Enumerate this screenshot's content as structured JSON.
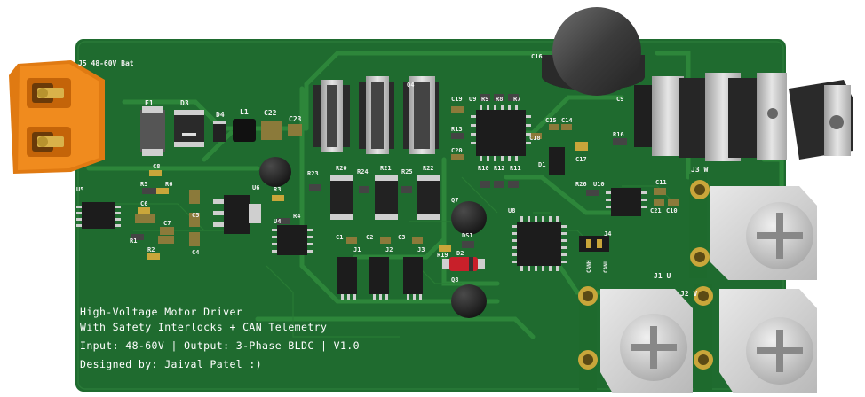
{
  "board": {
    "colors": {
      "pcb": "#1f6b2f",
      "pcb_dark": "#175a26",
      "trace": "#2f8a3c",
      "pad": "#c9a63a",
      "connector": "#e07a12",
      "silkscreen": "#f2f2f2"
    },
    "info_lines": [
      "High-Voltage Motor Driver",
      "With Safety Interlocks + CAN Telemetry",
      "Input: 48-60V | Output: 3-Phase BLDC | V1.0",
      "Designed by: Jaival Patel :)"
    ],
    "designators": {
      "j5": "J5 48-60V Bat",
      "f1": "F1",
      "d3": "D3",
      "d4": "D4",
      "l1": "L1",
      "c22": "C22",
      "c23": "C23",
      "c8": "C8",
      "r5": "R5",
      "r6": "R6",
      "c6": "C6",
      "c7": "C7",
      "r1": "R1",
      "r2": "R2",
      "c5": "C5",
      "c4": "C4",
      "u5": "U5",
      "u6": "U6",
      "r3": "R3",
      "r4": "R4",
      "u4": "U4",
      "r23": "R23",
      "r20": "R20",
      "r24": "R24",
      "r21": "R21",
      "r25": "R25",
      "r22": "R22",
      "q4": "Q4",
      "c19": "C19",
      "u9": "U9",
      "r9": "R9",
      "r8": "R8",
      "r7": "R7",
      "r13": "R13",
      "c20": "C20",
      "r10": "R10",
      "r12": "R12",
      "r11": "R11",
      "c16": "C16",
      "c15": "C15",
      "c14": "C14",
      "c18": "C18",
      "d1": "D1",
      "c17": "C17",
      "r16": "R16",
      "c9": "C9",
      "r26": "R26",
      "u10": "U10",
      "c11": "C11",
      "c21": "C21",
      "c10": "C10",
      "q7": "Q7",
      "u8": "U8",
      "ds1": "DS1",
      "r19": "R19",
      "d2": "D2",
      "q8": "Q8",
      "c1": "C1",
      "c2": "C2",
      "c3": "C3",
      "j1_hdr": "J1",
      "j2_hdr": "J2",
      "j3_hdr": "J3",
      "j4": "J4",
      "canh": "CANH",
      "canl": "CANL",
      "j3w": "J3 W",
      "j1u": "J1 U",
      "j2v": "J2 V"
    },
    "icons": {
      "terminal_screw": "phillips-screw-icon",
      "bolt": "bolt-icon"
    }
  }
}
